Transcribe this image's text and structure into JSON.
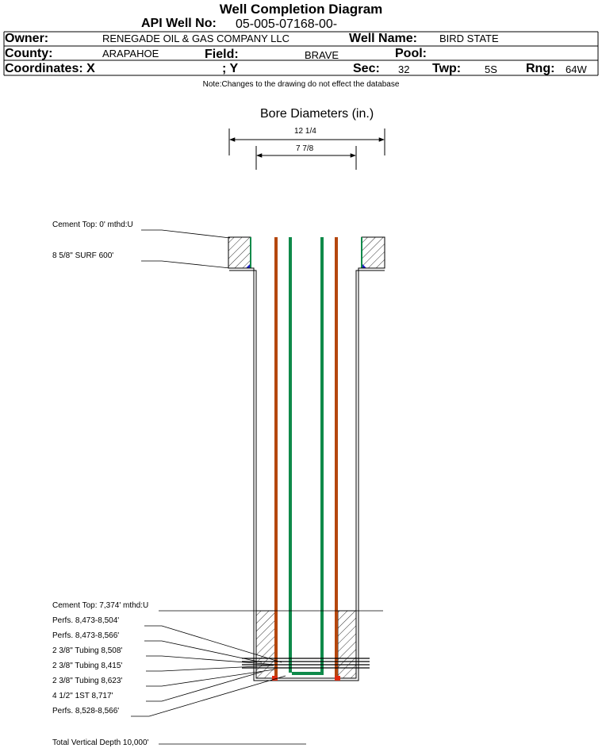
{
  "title": "Well Completion Diagram",
  "api": {
    "label": "API Well No:",
    "value": "05-005-07168-00-"
  },
  "header": {
    "owner_label": "Owner:",
    "owner_value": "RENEGADE OIL & GAS COMPANY LLC",
    "well_name_label": "Well Name:",
    "well_name_value": "BIRD STATE",
    "county_label": "County:",
    "county_value": "ARAPAHOE",
    "field_label": "Field:",
    "field_value": "BRAVE",
    "pool_label": "Pool:",
    "pool_value": "",
    "coords_label": "Coordinates: X",
    "coords_y_label": "; Y",
    "sec_label": "Sec:",
    "sec_value": "32",
    "twp_label": "Twp:",
    "twp_value": "5S",
    "rng_label": "Rng:",
    "rng_value": "64W"
  },
  "note": "Note:Changes to the drawing do not effect the database",
  "bore": {
    "title": "Bore Diameters (in.)",
    "diameters": [
      "12 1/4",
      "7 7/8"
    ]
  },
  "labels": [
    "Cement Top: 0' mthd:U",
    "8 5/8\" SURF      600'",
    "Cement Top: 7,374' mthd:U",
    "Perfs. 8,473-8,504'",
    "Perfs. 8,473-8,566'",
    "2 3/8\" Tubing 8,508'",
    "2 3/8\" Tubing 8,415'",
    "2 3/8\" Tubing 8,623'",
    "4 1/2\" 1ST       8,717'",
    "Perfs. 8,528-8,566'",
    "Total Vertical Depth 10,000'"
  ],
  "colors": {
    "tubing_green": "#0f8a4a",
    "tubing_brown": "#b5470e",
    "casing_blue": "#1a1acc",
    "tubing_red": "#e02a10"
  }
}
